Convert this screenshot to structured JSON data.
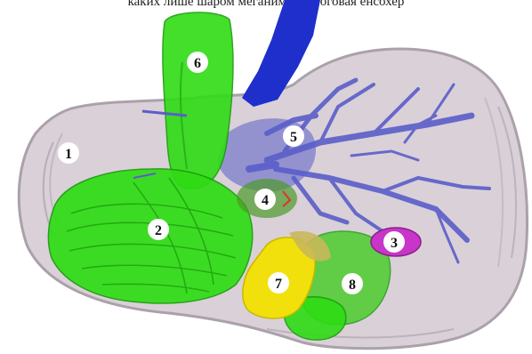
{
  "caption": "каких лише шаром меганими с проговая енсохер",
  "labels": [
    "1",
    "2",
    "3",
    "4",
    "5",
    "6",
    "7",
    "8"
  ],
  "colors": {
    "liver": "#d8cdd6",
    "liver_edge": "#aaa1aa",
    "green": "#2fdc14",
    "green_dark": "#1a9c0c",
    "blue_vessel": "#1f2fcc",
    "vessels": "#5a5ec8",
    "magenta": "#c835c8",
    "yellow": "#f2e00c"
  }
}
